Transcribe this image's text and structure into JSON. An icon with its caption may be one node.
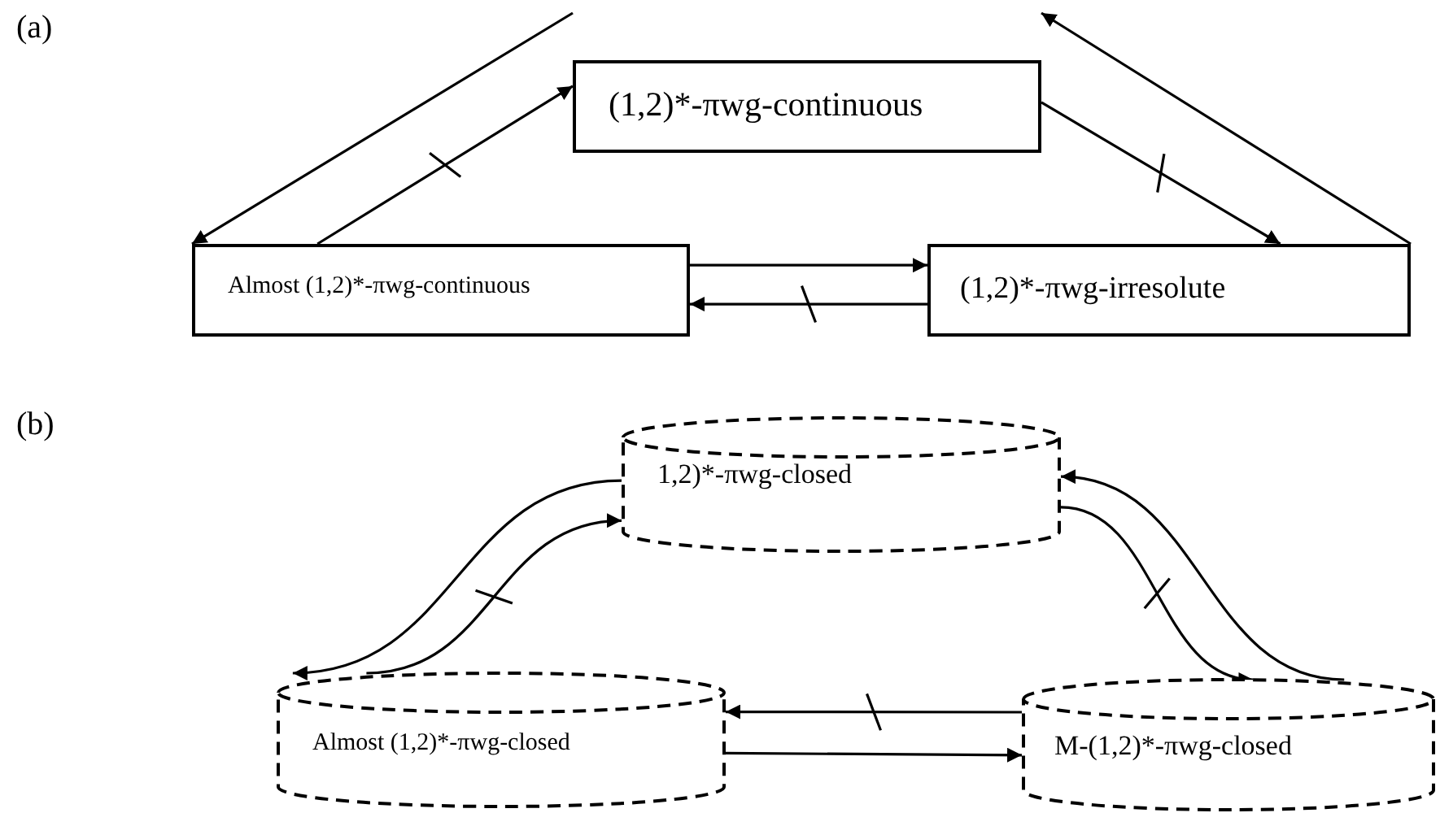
{
  "diagram": {
    "nodes": [
      {
        "text": [
          "(1,2)*-πwg-continuous"
        ]
      },
      {
        "text": [
          "Almost (1,2)*-πwg-continuous"
        ]
      },
      {
        "text": [
          "(1,2)*-πwg-irresolute"
        ]
      },
      {
        "text": [
          "1,2)*-πwg-closed"
        ]
      },
      {
        "text": [
          "Almost (1,2)*-πwg-closed"
        ]
      },
      {
        "text": [
          "M-(1,2)*-πwg-closed"
        ]
      }
    ],
    "edges": [
      {
        "from": 1,
        "to": 0,
        "arrow": "to"
      },
      {
        "from": 2,
        "to": null,
        "arrow": "to"
      },
      {
        "from": null,
        "to": 1,
        "arrow": "to"
      },
      {
        "from": 0,
        "to": 2,
        "arrow": "to"
      },
      {
        "from": 1,
        "to": 2,
        "arrow": "to"
      },
      {
        "from": 2,
        "to": 1,
        "arrow": "to"
      },
      {
        "from": 4,
        "to": 3,
        "arrow": "to"
      },
      {
        "from": 3,
        "to": 4,
        "arrow": "to"
      },
      {
        "from": 3,
        "to": 5,
        "arrow": "to"
      },
      {
        "from": 5,
        "to": 3,
        "arrow": "to"
      },
      {
        "from": 5,
        "to": 4,
        "arrow": "to"
      },
      {
        "from": 4,
        "to": 5,
        "arrow": "to"
      }
    ],
    "labels": [
      "(a)",
      "(b)"
    ]
  }
}
